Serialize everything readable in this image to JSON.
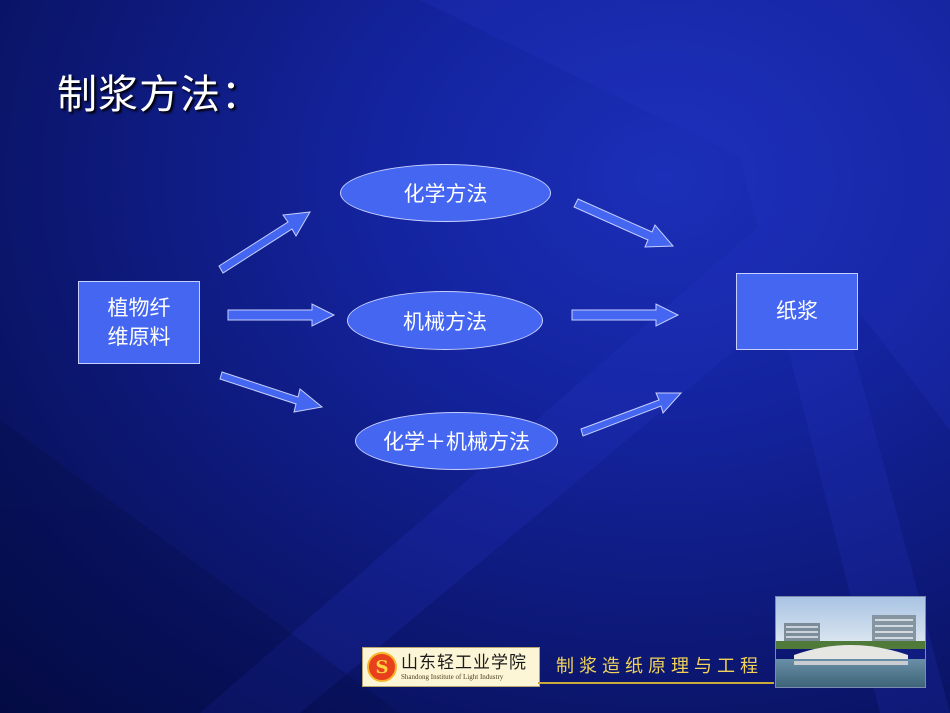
{
  "slide": {
    "title": "制浆方法："
  },
  "diagram": {
    "source": "植物纤\n维原料",
    "methods": [
      "化学方法",
      "机械方法",
      "化学＋机械方法"
    ],
    "target": "纸浆"
  },
  "footer": {
    "logo_text_cn": "山东轻工业学院",
    "logo_text_en": "Shandong Institute of Light Industry",
    "logo_letter": "S",
    "course_title": "制浆造纸原理与工程"
  },
  "colors": {
    "node_fill": "#4466f0",
    "arrow_fill": "#4466f0",
    "course_text": "#f2d35a"
  }
}
